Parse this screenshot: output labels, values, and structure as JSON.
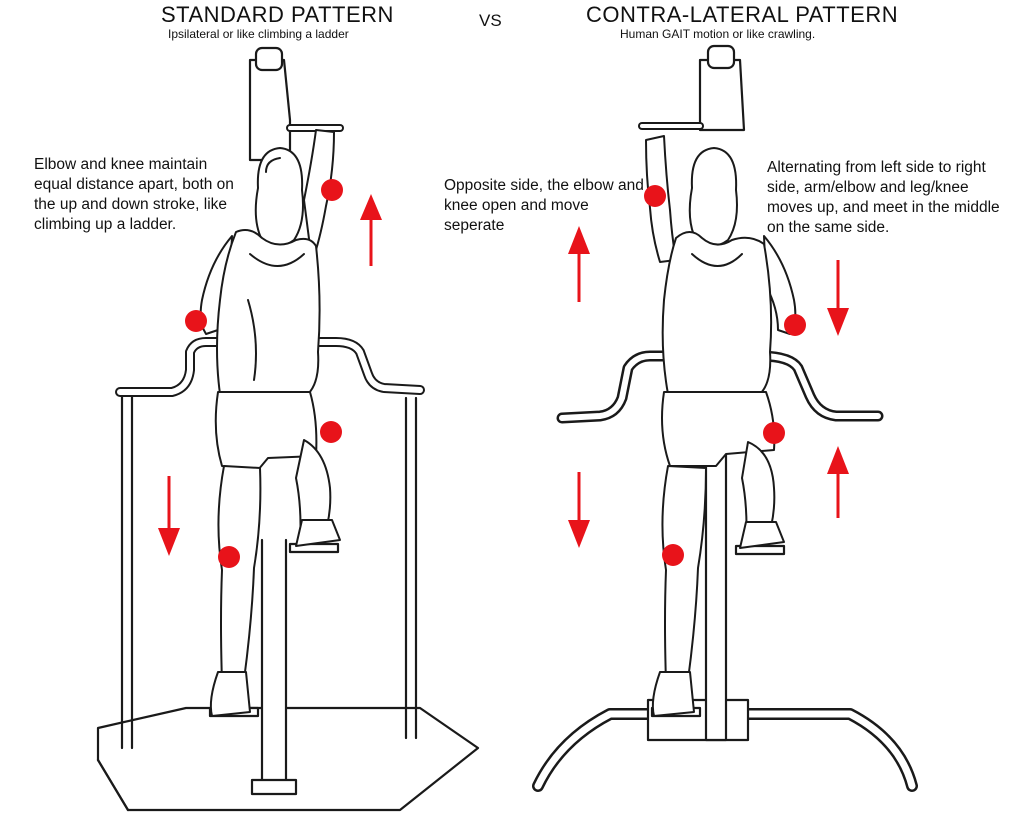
{
  "header": {
    "left_title": "STANDARD PATTERN",
    "left_subtitle": "Ipsilateral or like climbing a ladder",
    "vs": "VS",
    "right_title": "CONTRA-LATERAL PATTERN",
    "right_subtitle": "Human GAIT motion  or like crawling."
  },
  "annotations": {
    "left_note": "Elbow and knee maintain equal distance apart, both on the up and down stroke, like climbing up a ladder.",
    "middle_note": "Opposite side, the elbow and knee open and move seperate",
    "right_note": "Alternating from left side to right side, arm/elbow and leg/knee moves up, and meet in the middle on the same side."
  },
  "colors": {
    "accent": "#e8131a",
    "line": "#1a1a1a",
    "background": "#ffffff"
  },
  "illustrations": {
    "left_figure": "woman-climbing-machine-ipsilateral",
    "right_figure": "woman-climbing-machine-contralateral",
    "marker": "red-joint-dot",
    "arrow_up": "red-up-arrow",
    "arrow_down": "red-down-arrow"
  }
}
